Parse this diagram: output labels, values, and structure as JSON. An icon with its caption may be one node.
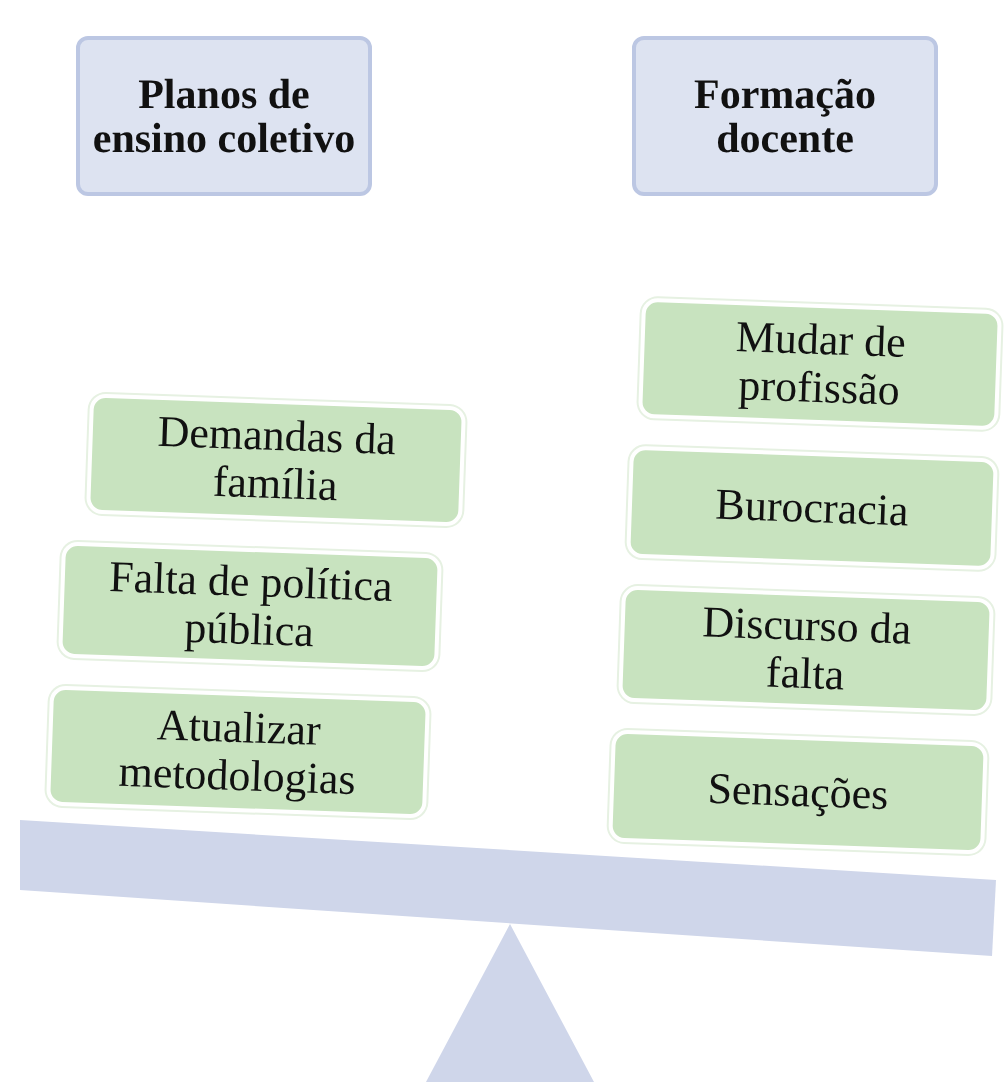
{
  "diagram": {
    "nodes": [
      {
        "text": [
          "Planos de ensino coletivo"
        ]
      },
      {
        "text": [
          "Formação docente"
        ]
      },
      {
        "text": [
          "Demandas da família"
        ]
      },
      {
        "text": [
          "Falta de política pública"
        ]
      },
      {
        "text": [
          "Atualizar metodologias"
        ]
      },
      {
        "text": [
          "Mudar de profissão"
        ]
      },
      {
        "text": [
          "Burocracia"
        ]
      },
      {
        "text": [
          "Discurso da falta"
        ]
      },
      {
        "text": [
          "Sensações"
        ]
      }
    ],
    "edges": []
  }
}
